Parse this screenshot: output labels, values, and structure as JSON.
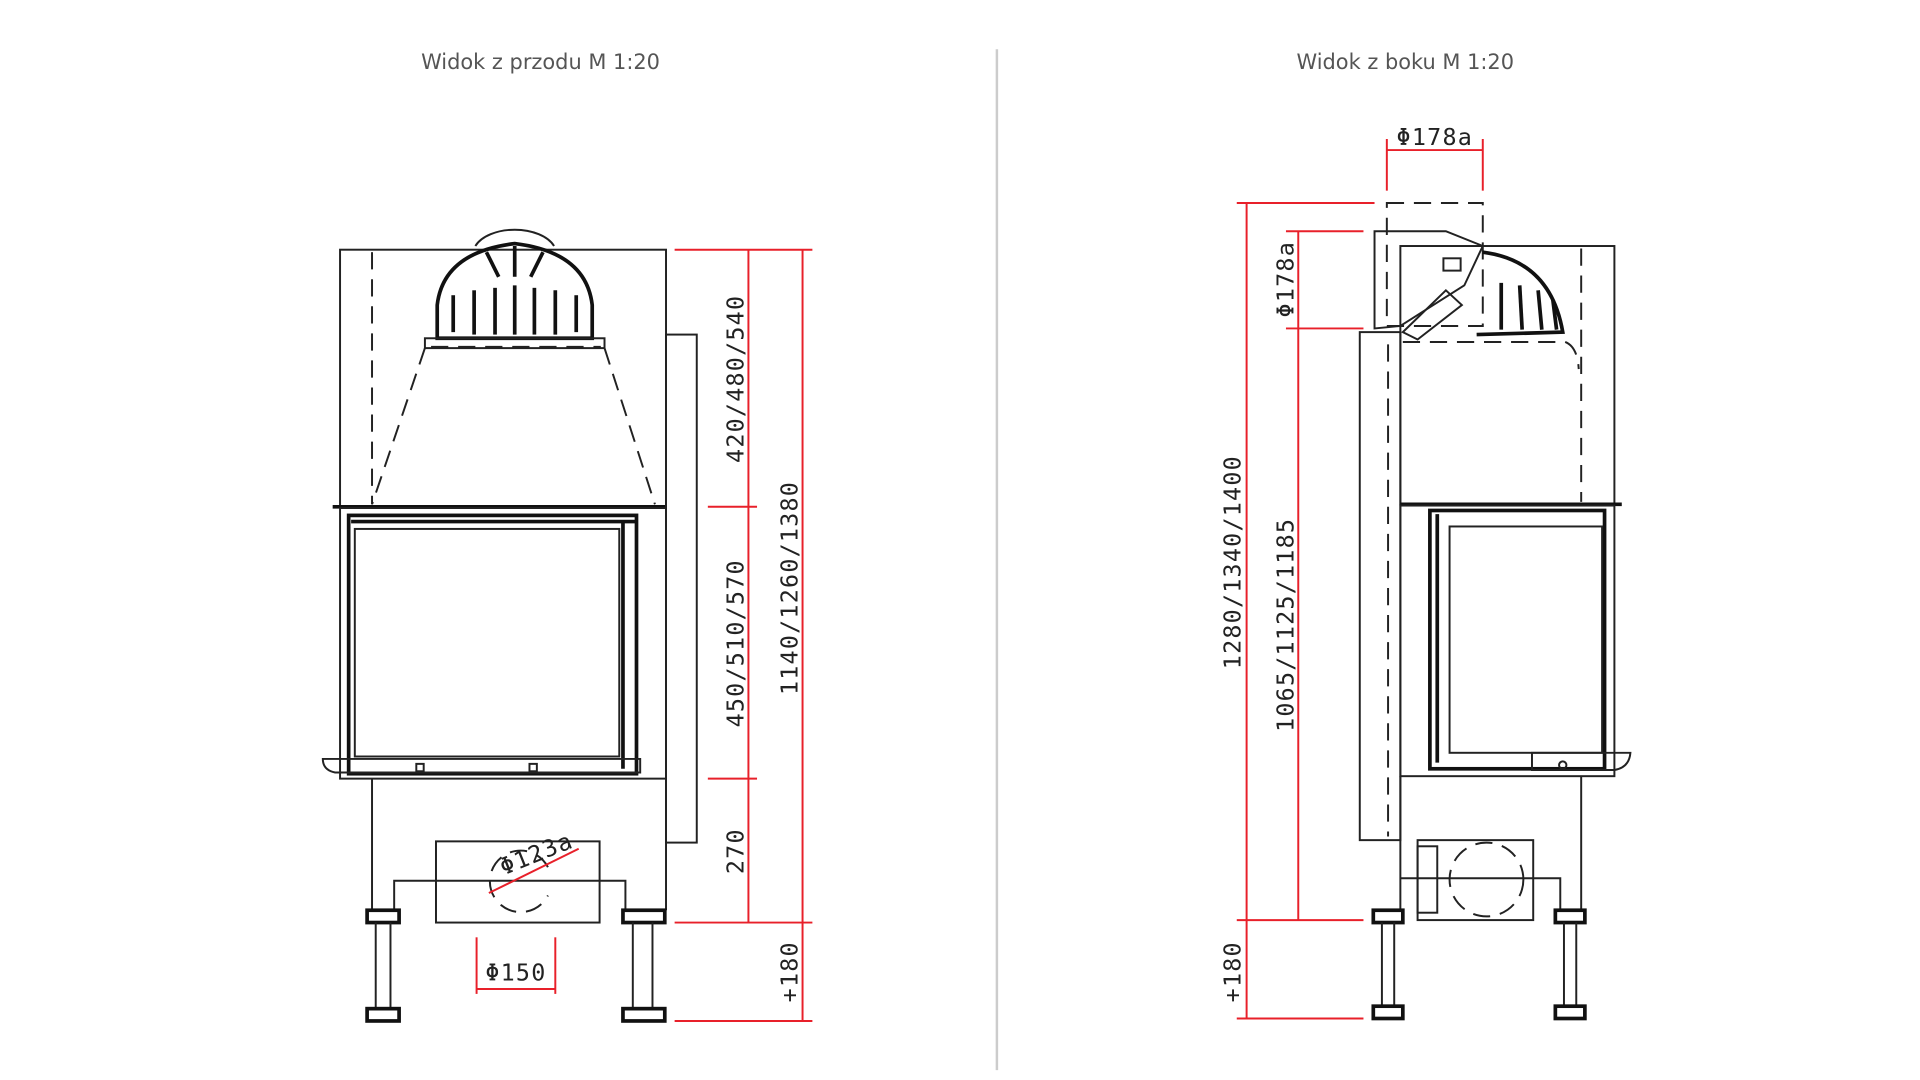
{
  "front_view": {
    "title": "Widok z przodu M 1:20",
    "dimensions": {
      "upper": "420/480/540",
      "door": "450/510/570",
      "lower": "270",
      "total": "1140/1260/1380",
      "legs": "+180",
      "air_inlet": "Φ150",
      "air_duct": "Φ123a"
    }
  },
  "side_view": {
    "title": "Widok z boku M 1:20",
    "dimensions": {
      "flue_top": "Φ178a",
      "flue_side": "Φ178a",
      "total": "1280/1340/1400",
      "flue_height": "1065/1125/1185",
      "legs": "+180"
    }
  },
  "colors": {
    "dimension": "#e8202a",
    "line": "#222222",
    "divider": "#cccccc"
  }
}
